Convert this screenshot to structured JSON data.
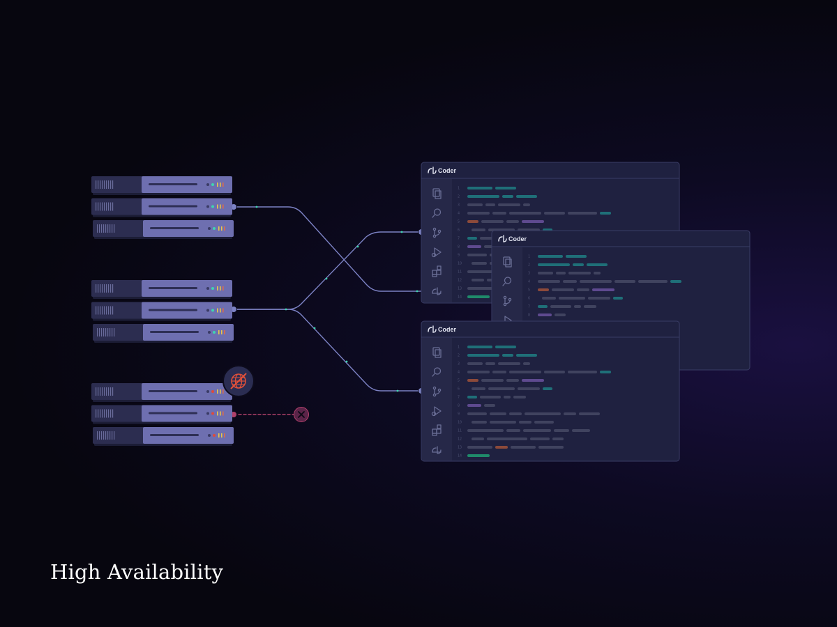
{
  "caption": "High Availability",
  "server_groups": [
    {
      "id": "group-1",
      "status": "healthy",
      "led_colors": [
        "#3fd6b0",
        "#e7c84a",
        "#e06a4a"
      ]
    },
    {
      "id": "group-2",
      "status": "healthy",
      "led_colors": [
        "#3fd6b0",
        "#e7c84a",
        "#e06a4a"
      ]
    },
    {
      "id": "group-3",
      "status": "offline",
      "led_colors": [
        "#e04a3a",
        "#e7c84a",
        "#e06a4a"
      ],
      "badge_icon": "offline-globe-icon",
      "link_icon": "close-icon"
    }
  ],
  "windows": [
    {
      "title": "Coder",
      "logo_icon": "coder-logo-icon"
    },
    {
      "title": "Coder",
      "logo_icon": "coder-logo-icon"
    },
    {
      "title": "Coder",
      "logo_icon": "coder-logo-icon"
    }
  ],
  "sidebar_icons": [
    "files-icon",
    "search-icon",
    "source-control-icon",
    "run-debug-icon",
    "extensions-icon",
    "coder-icon"
  ],
  "colors": {
    "server_face": "#6e6fb0",
    "server_side": "#2c2d50",
    "window_bg": "#1f2140",
    "window_border": "#3a3d66",
    "connection": "#7c82c4",
    "failed_link": "#b0406a",
    "code_teal": "#1f6f78",
    "code_gray": "#40435f",
    "code_purple": "#5e4a8f",
    "code_orange": "#8c4a3a",
    "code_green": "#1f8a6a"
  }
}
